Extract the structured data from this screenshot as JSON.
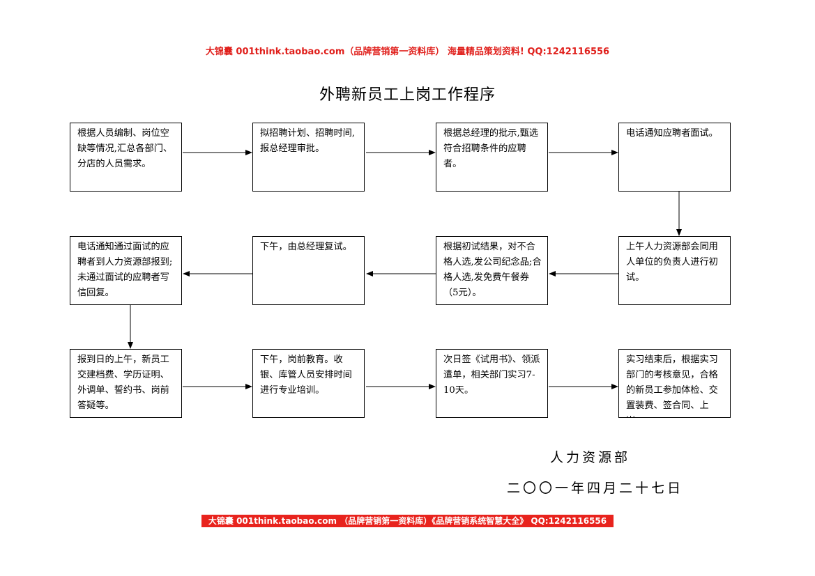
{
  "header_banner": "大锦囊  001think.taobao.com（品牌营销第一资料库） 海量精品策划资料! QQ:1242116556",
  "title": "外聘新员工上岗工作程序",
  "steps": [
    "根据人员编制、岗位空缺等情况,汇总各部门、分店的人员需求。",
    "拟招聘计划、招聘时间,报总经理审批。",
    "根据总经理的批示,甄选符合招聘条件的应聘者。",
    "电话通知应聘者面试。",
    "上午人力资源部会同用人单位的负责人进行初试。",
    "根据初试结果，对不合格人选,发公司纪念品;合格人选,发免费午餐券（5元）。",
    "下午，由总经理复试。",
    "电话通知通过面试的应聘者到人力资源部报到;未通过面试的应聘者写信回复。",
    "报到日的上午，新员工交建档费、学历证明、外调单、誓约书、岗前答疑等。",
    "下午，岗前教育。收银、库管人员安排时间进行专业培训。",
    "次日签《试用书》、领派遣单，相关部门实习7-10天。",
    "实习结束后，根据实习部门的考核意见，合格的新员工参加体检、交置装费、签合同、上岗。"
  ],
  "signature": {
    "department": "人力资源部",
    "date": "二〇〇一年四月二十七日"
  },
  "footer_banner": "大锦囊  001think.taobao.com （品牌营销第一资料库）《品牌营销系统智慧大全》   QQ:1242116556"
}
